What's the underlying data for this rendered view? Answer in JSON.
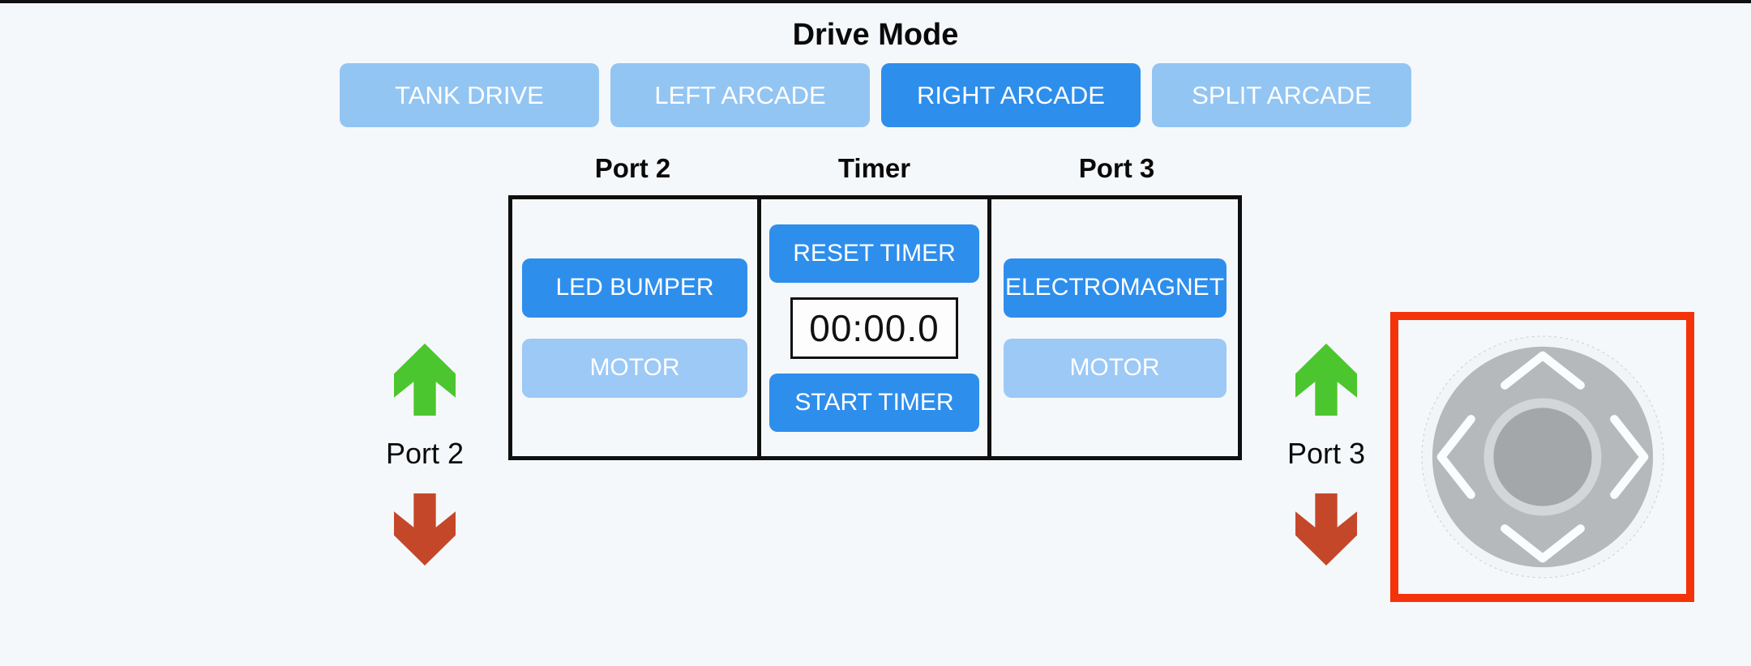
{
  "title": "Drive Mode",
  "drive_modes": [
    {
      "label": "TANK DRIVE",
      "active": false
    },
    {
      "label": "LEFT ARCADE",
      "active": false
    },
    {
      "label": "RIGHT ARCADE",
      "active": true
    },
    {
      "label": "SPLIT ARCADE",
      "active": false
    }
  ],
  "panel": {
    "columns": [
      {
        "header": "Port 2",
        "buttons": [
          {
            "label": "LED BUMPER",
            "active": true
          },
          {
            "label": "MOTOR",
            "active": false
          }
        ]
      },
      {
        "header": "Timer",
        "reset_button": "RESET TIMER",
        "display": "00:00.0",
        "start_button": "START TIMER"
      },
      {
        "header": "Port 3",
        "buttons": [
          {
            "label": "ELECTROMAGNET",
            "active": true
          },
          {
            "label": "MOTOR",
            "active": false
          }
        ]
      }
    ]
  },
  "port_controls": [
    {
      "label": "Port 2",
      "up_icon": "green-up-arrow",
      "down_icon": "red-down-arrow"
    },
    {
      "label": "Port 3",
      "up_icon": "green-up-arrow",
      "down_icon": "red-down-arrow"
    }
  ],
  "joystick": {
    "chevrons": [
      "up",
      "left",
      "right",
      "down"
    ]
  },
  "colors": {
    "background": "#f5f8fa",
    "active_blue": "#2e8eec",
    "inactive_blue": "#9cc9f5",
    "arrow_green": "#4cc62e",
    "arrow_red": "#c5472a",
    "joystick_border_red": "#f5330a",
    "joystick_gray": "#b5b9bb",
    "knob_gray": "#a3a7a9"
  }
}
